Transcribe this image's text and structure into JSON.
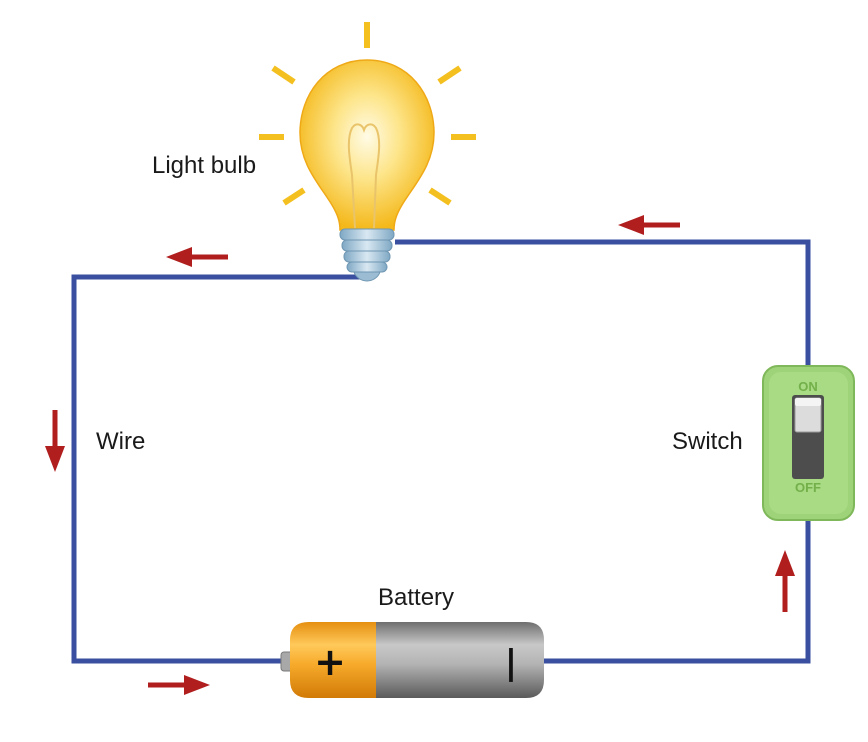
{
  "labels": {
    "light_bulb": "Light bulb",
    "wire": "Wire",
    "switch": "Switch",
    "battery": "Battery"
  },
  "switch": {
    "on_text": "ON",
    "off_text": "OFF",
    "state": "on"
  },
  "battery": {
    "positive_symbol": "+",
    "negative_symbol": "|"
  },
  "colors": {
    "wire": "#3a4fa0",
    "arrow": "#b01e1e",
    "bulb_glow": "#f7c21b",
    "bulb_rays": "#f4c020",
    "switch_plate": "#9fd37a",
    "battery_positive": "#f5a623",
    "battery_body": "#9a9a9a"
  },
  "icons": [
    "light-bulb-icon",
    "switch-icon",
    "battery-icon",
    "current-arrow-icon"
  ]
}
